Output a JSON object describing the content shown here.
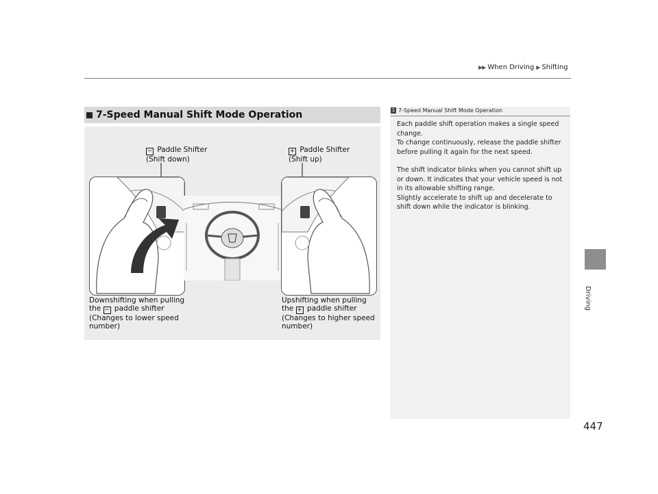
{
  "header": {
    "arrows": "▶▶",
    "crumb_1": "When Driving",
    "sep": "▶",
    "crumb_2": "Shifting"
  },
  "side_label": "Driving",
  "page_number": "447",
  "section": {
    "title": "7-Speed Manual Shift Mode Operation",
    "minus_symbol": "−",
    "plus_symbol": "+",
    "label_minus_top": "Paddle Shifter",
    "label_minus_bottom": "(Shift down)",
    "label_plus_top": "Paddle Shifter",
    "label_plus_bottom": "(Shift up)",
    "caption_down_1": "Downshifting when pulling",
    "caption_down_2a": "the",
    "caption_down_2b": "paddle shifter",
    "caption_down_3": "(Changes to lower speed",
    "caption_down_4": "number)",
    "caption_up_1": "Upshifting when pulling",
    "caption_up_2a": "the",
    "caption_up_2b": "paddle shifter",
    "caption_up_3": "(Changes to higher speed",
    "caption_up_4": "number)"
  },
  "note": {
    "ref_num": "1",
    "title": "7-Speed Manual Shift Mode Operation",
    "p1": "Each paddle shift operation makes a single speed change.",
    "p2": "To change continuously, release the paddle shifter before pulling it again for the next speed.",
    "p3": "The shift indicator blinks when you cannot shift up or down. It indicates that your vehicle speed is not in its allowable shifting range.",
    "p4": "Slightly accelerate to shift up and decelerate to shift down while the indicator is blinking."
  }
}
